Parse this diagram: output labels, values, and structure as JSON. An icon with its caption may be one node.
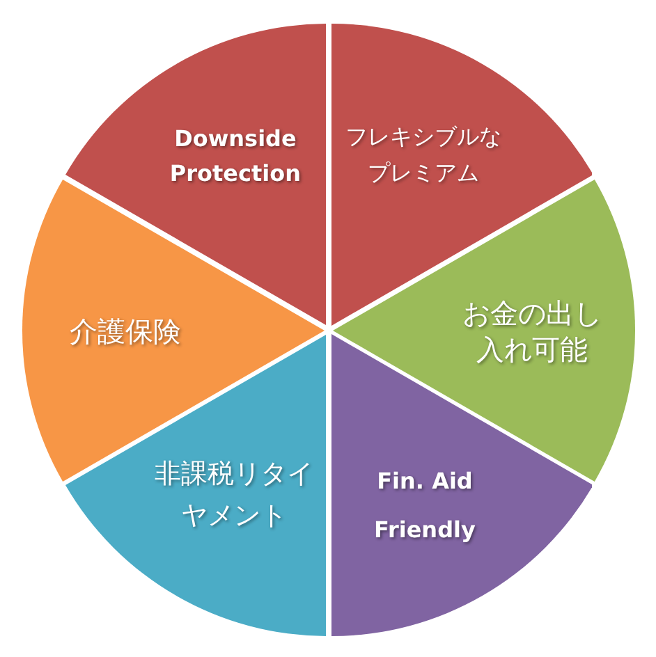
{
  "diagram": {
    "nodes": [
      {
        "text": [
          "Downside Protection"
        ]
      },
      {
        "text": [
          "フレキシブルなプレミアム"
        ]
      },
      {
        "text": [
          "介護保険"
        ]
      },
      {
        "text": [
          "お金の出し入れ可能"
        ]
      },
      {
        "text": [
          "非課税リタイヤメント"
        ]
      },
      {
        "text": [
          "Fin. Aid Friendly"
        ]
      }
    ]
  }
}
